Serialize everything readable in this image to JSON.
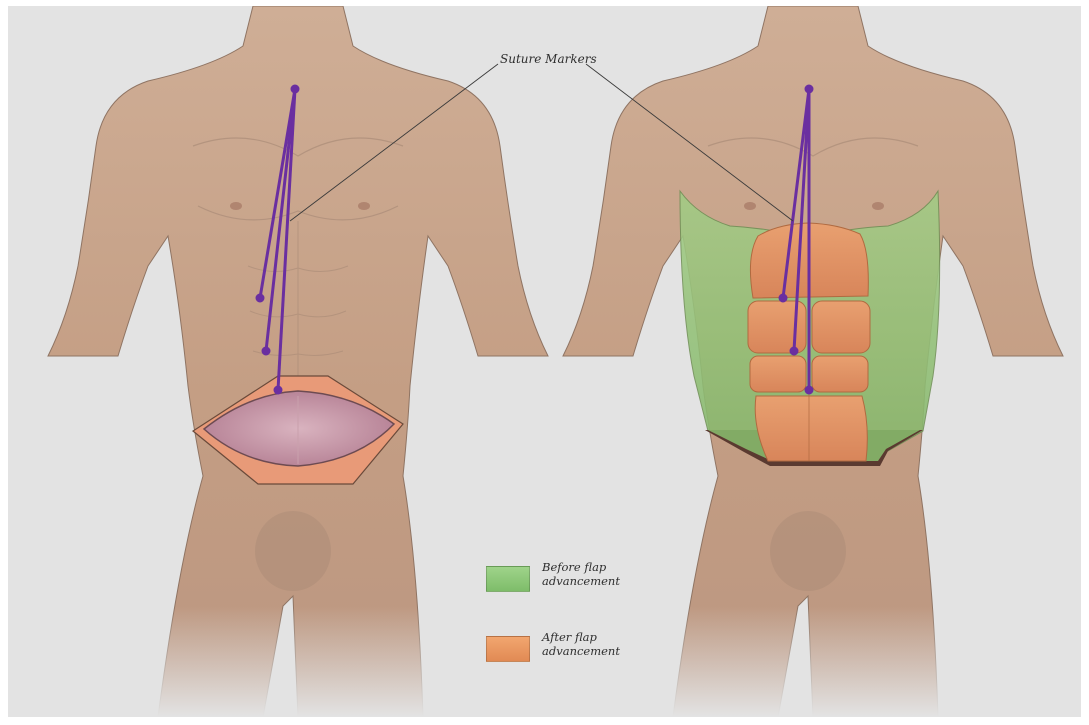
{
  "labels": {
    "suture_markers": "Suture Markers"
  },
  "legend": {
    "before": {
      "line1": "Before flap",
      "line2": "advancement",
      "color": "#8cc878"
    },
    "after": {
      "line1": "After flap",
      "line2": "advancement",
      "color": "#e8955c"
    }
  },
  "colors": {
    "background": "#e3e3e3",
    "skin": "#c9a48a",
    "suture": "#6a2fa0",
    "incision": "#e89a78"
  }
}
